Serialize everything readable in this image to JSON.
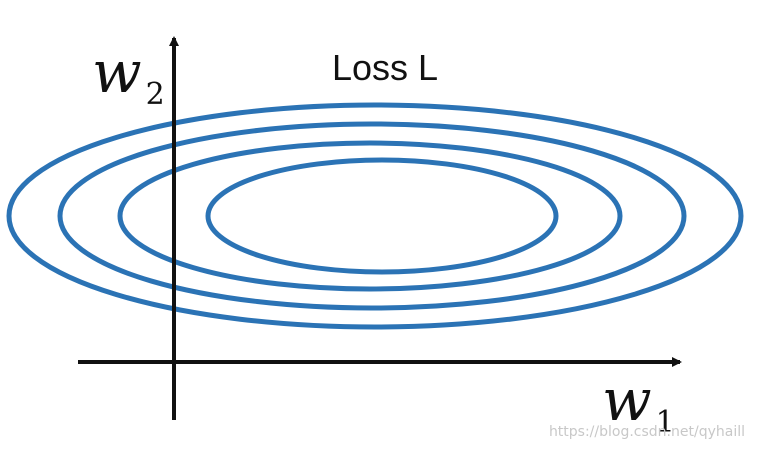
{
  "title": "Loss L",
  "axes": {
    "horizontal": {
      "symbol": "w",
      "subscript": "1"
    },
    "vertical": {
      "symbol": "w",
      "subscript": "2"
    }
  },
  "contour_count": 4,
  "colors": {
    "contour": "#2b73b5",
    "axis": "#111111",
    "background": "#ffffff",
    "watermark": "#c8c8c8"
  },
  "watermark": "https://blog.csdn.net/qyhaill"
}
